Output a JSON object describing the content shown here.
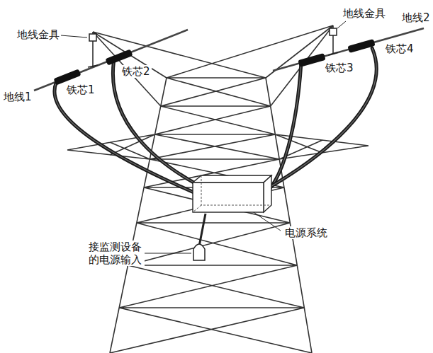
{
  "diagram": {
    "nodes": [
      {
        "text": [
          "铁芯1"
        ]
      },
      {
        "text": [
          "铁芯2"
        ]
      },
      {
        "text": [
          "铁芯3"
        ]
      },
      {
        "text": [
          "铁芯4"
        ]
      },
      {
        "text": [
          "电源系统"
        ]
      }
    ],
    "edges": [
      {
        "from": 0,
        "to": 4,
        "arrow": "none"
      },
      {
        "from": 1,
        "to": 4,
        "arrow": "none"
      },
      {
        "from": 2,
        "to": 4,
        "arrow": "none"
      },
      {
        "from": 3,
        "to": 4,
        "arrow": "none"
      }
    ],
    "labels": [
      "地线金具",
      "地线1",
      "地线金具",
      "地线2",
      "接监测设备的电源输入"
    ]
  }
}
